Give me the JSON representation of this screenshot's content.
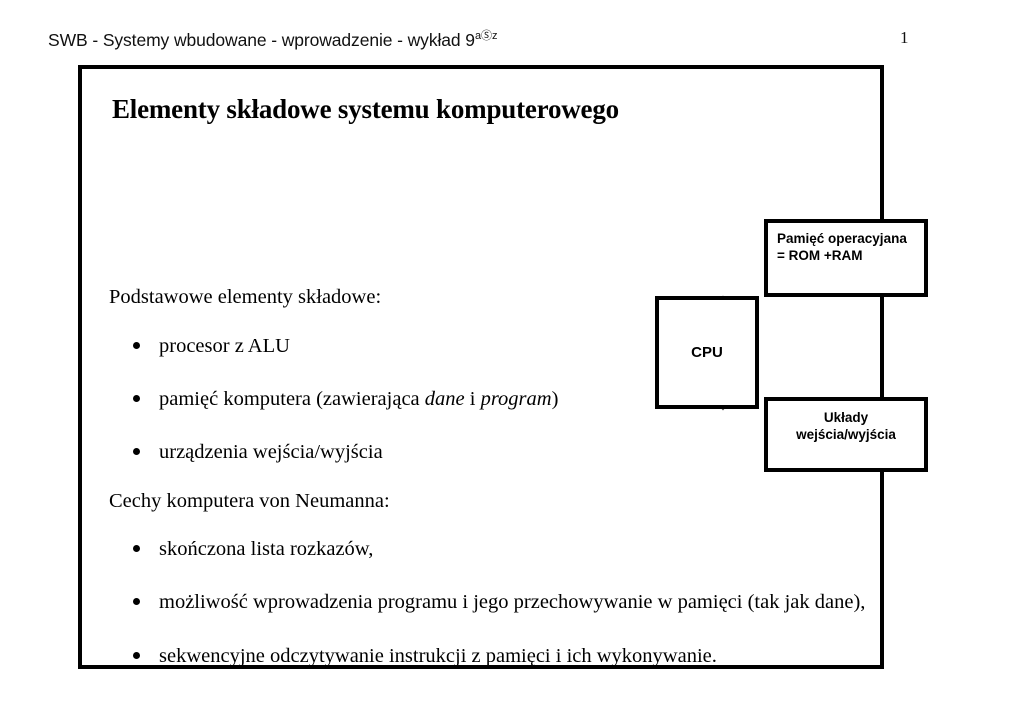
{
  "header": {
    "title_main": "SWB - Systemy wbudowane - wprowadzenie - wykład 9",
    "title_sup": "aⓈz",
    "page_number": "1"
  },
  "slide": {
    "title": "Elementy składowe systemu komputerowego",
    "lead_1": "Podstawowe elementy składowe:",
    "lead_2": "Cechy komputera von Neumanna:",
    "bullets_1": [
      {
        "text": "procesor z ALU"
      },
      {
        "pre": "pamięć komputera (zawierająca ",
        "italic_1": "dane",
        "mid": " i ",
        "italic_2": "program",
        "post": ")"
      },
      {
        "text": "urządzenia wejścia/wyjścia"
      }
    ],
    "bullets_2": [
      {
        "text": "skończona lista rozkazów,"
      },
      {
        "text": "możliwość wprowadzenia programu i jego przechowywanie w pamięci (tak jak dane),"
      },
      {
        "text": "sekwencyjne odczytywanie instrukcji z pamięci i ich wykonywanie."
      }
    ]
  },
  "diagram": {
    "memory_line_1": "Pamięć operacyjana",
    "memory_line_2": "= ROM +RAM",
    "cpu_label": "CPU",
    "io_line_1": "Układy",
    "io_line_2": "wejścia/wyjścia",
    "arrow_fill": "#BFBFBF",
    "arrow_stroke": "#4D4D4D",
    "box_border": "#000000"
  }
}
